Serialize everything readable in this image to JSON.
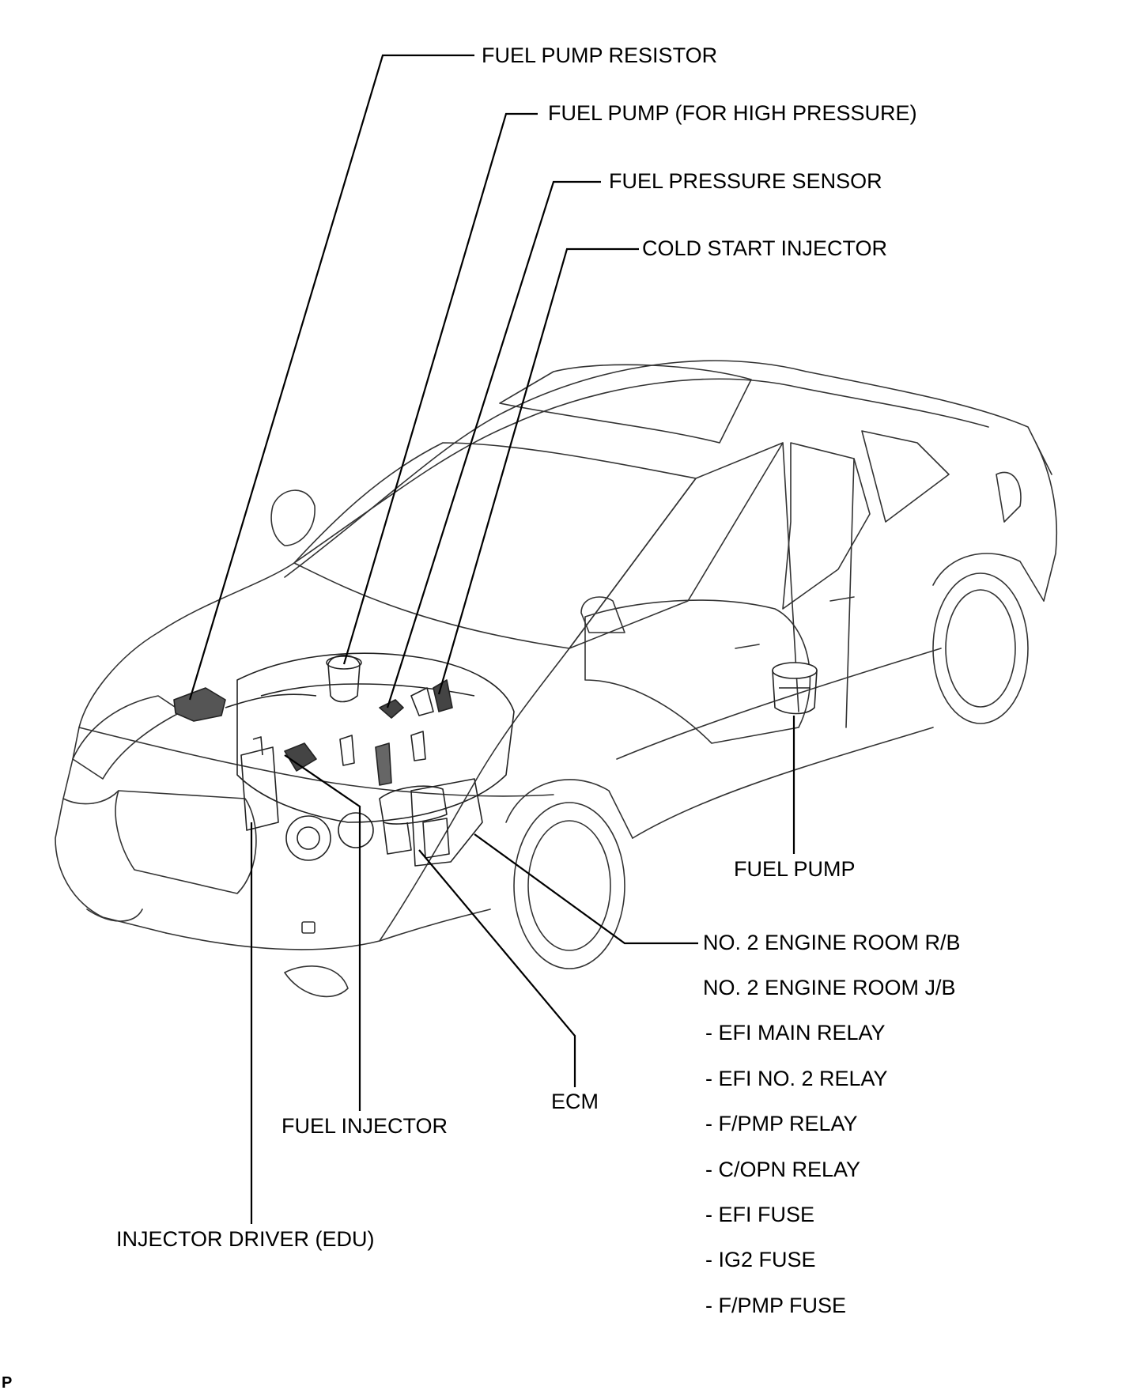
{
  "labels": {
    "fuel_pump_resistor": "FUEL PUMP RESISTOR",
    "fuel_pump_high_pressure": "FUEL PUMP  (FOR HIGH PRESSURE)",
    "fuel_pressure_sensor": "FUEL PRESSURE SENSOR",
    "cold_start_injector": "COLD START INJECTOR",
    "fuel_pump": "FUEL PUMP",
    "no2_engine_room_rb": "NO. 2 ENGINE ROOM R/B",
    "no2_engine_room_jb": "NO. 2 ENGINE ROOM J/B",
    "efi_main_relay": "- EFI MAIN RELAY",
    "efi_no2_relay": "- EFI NO. 2 RELAY",
    "fpmp_relay": "- F/PMP RELAY",
    "copn_relay": "- C/OPN RELAY",
    "efi_fuse": "- EFI FUSE",
    "ig2_fuse": "- IG2 FUSE",
    "fpmp_fuse": "- F/PMP FUSE",
    "ecm": "ECM",
    "fuel_injector": "FUEL INJECTOR",
    "injector_driver": "INJECTOR DRIVER (EDU)"
  },
  "corner_mark": "P",
  "colors": {
    "line": "#000000",
    "drawing": "#333333",
    "background": "#ffffff"
  }
}
